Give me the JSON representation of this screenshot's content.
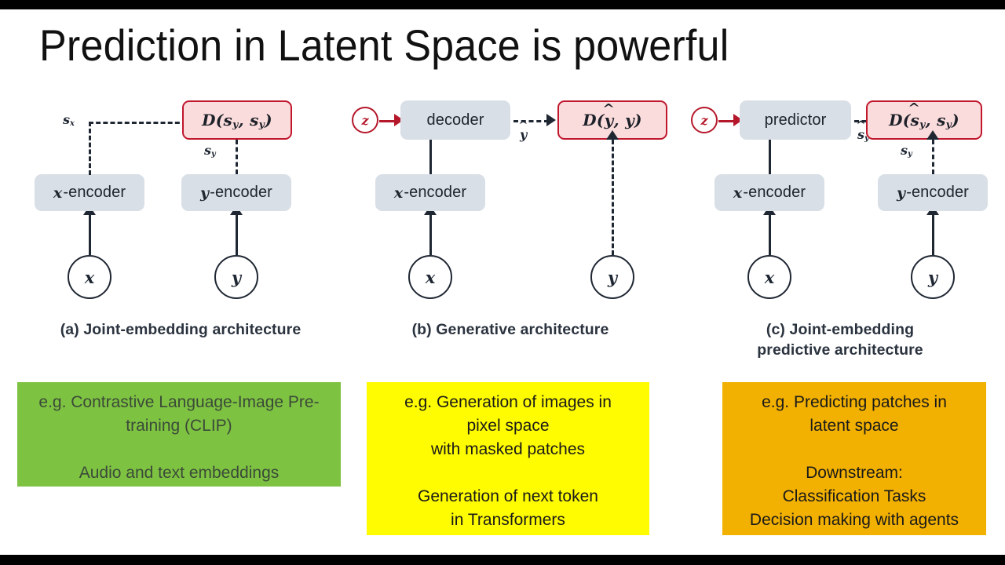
{
  "slide": {
    "title": "Prediction in Latent Space is powerful",
    "background": "#ffffff",
    "letterbox_color": "#000000"
  },
  "palette": {
    "encoder_box": "#d9dfe6",
    "distance_box_fill": "#fbdcdc",
    "distance_box_border": "#c0172d",
    "latent_red": "#b5182b",
    "ink": "#1f2733",
    "caption": "#2b333f",
    "green": "#7ec242",
    "yellow": "#fffb00",
    "orange": "#f2b000"
  },
  "diagram": {
    "panels": [
      {
        "id": "a",
        "caption": "(a) Joint-embedding architecture",
        "caption_lines": [
          "(a) Joint-embedding architecture"
        ],
        "nodes": {
          "left_encoder": "encoder",
          "left_encoder_var": "x",
          "right_encoder": "encoder",
          "right_encoder_var": "y",
          "distance": "D(s_y, s_y)",
          "distance_fn": "D",
          "distance_arg1": "s",
          "distance_arg1_sub": "y",
          "distance_arg2": "s",
          "distance_arg2_sub": "y",
          "input_left": "x",
          "input_right": "y"
        },
        "edge_labels": {
          "left_embedding": "s",
          "left_embedding_sub": "x",
          "right_embedding": "s",
          "right_embedding_sub": "y"
        }
      },
      {
        "id": "b",
        "caption": "(b) Generative architecture",
        "caption_lines": [
          "(b) Generative architecture"
        ],
        "nodes": {
          "latent": "z",
          "decoder": "decoder",
          "encoder": "encoder",
          "encoder_var": "x",
          "distance": "D(ŷ, y)",
          "distance_fn": "D",
          "distance_arg1": "y",
          "distance_arg1_hat": true,
          "distance_arg2": "y",
          "input_left": "x",
          "input_right": "y"
        },
        "edge_labels": {
          "prediction": "y",
          "prediction_hat": true
        }
      },
      {
        "id": "c",
        "caption": "(c) Joint-embedding predictive architecture",
        "caption_lines": [
          "(c) Joint-embedding",
          "predictive architecture"
        ],
        "nodes": {
          "latent": "z",
          "predictor": "predictor",
          "left_encoder": "encoder",
          "left_encoder_var": "x",
          "right_encoder": "encoder",
          "right_encoder_var": "y",
          "distance": "D(ŝ_y, s_y)",
          "distance_fn": "D",
          "distance_arg1": "s",
          "distance_arg1_sub": "y",
          "distance_arg1_hat": true,
          "distance_arg2": "s",
          "distance_arg2_sub": "y",
          "input_left": "x",
          "input_right": "y"
        },
        "edge_labels": {
          "predicted_embedding": "s",
          "predicted_embedding_sub": "y",
          "predicted_embedding_hat": true,
          "target_embedding": "s",
          "target_embedding_sub": "y"
        }
      }
    ]
  },
  "examples": {
    "green": "e.g. Contrastive Language-Image Pre-training (CLIP)\n\nAudio and text embeddings",
    "yellow": "e.g. Generation of images in\npixel space\nwith masked patches\n\nGeneration of next token\nin Transformers",
    "orange": "e.g. Predicting patches in\nlatent space\n\nDownstream:\nClassification Tasks\nDecision making with agents"
  }
}
